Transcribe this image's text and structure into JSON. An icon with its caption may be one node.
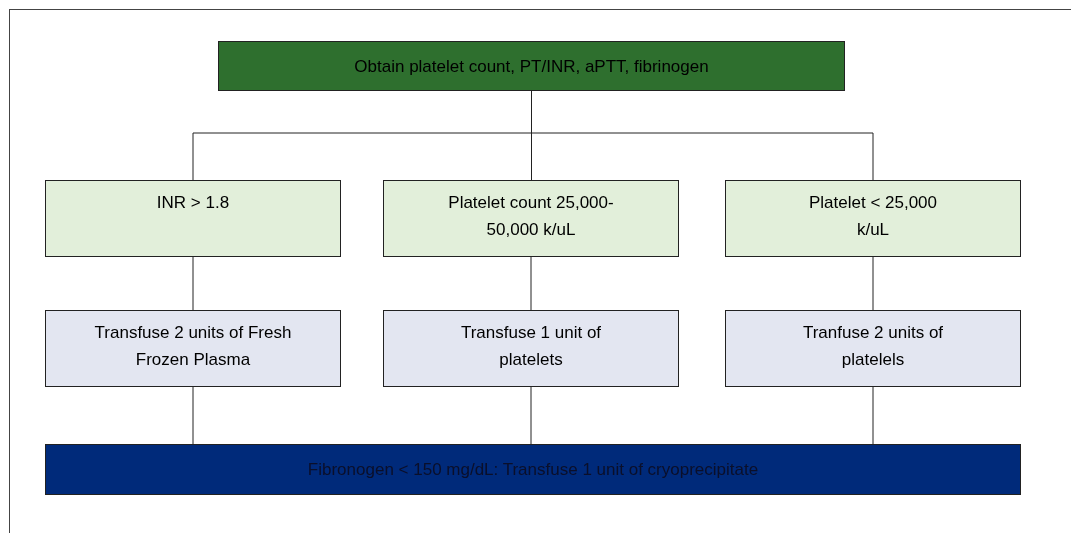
{
  "diagram": {
    "nodes": [
      {
        "text": [
          "Obtain platelet count, PT/INR, aPTT, fibrinogen"
        ]
      },
      {
        "text": [
          "INR > 1.8"
        ]
      },
      {
        "text": [
          "Platelet count 25,000-50,000 k/uL"
        ]
      },
      {
        "text": [
          "Platelet < 25,000 k/uL"
        ]
      },
      {
        "text": [
          "Transfuse 2 units of Fresh Frozen Plasma"
        ]
      },
      {
        "text": [
          "Transfuse 1 unit of platelets"
        ]
      },
      {
        "text": [
          "Tranfuse 2 units of platelels"
        ]
      },
      {
        "text": [
          "Fibronogen < 150 mg/dL: Transfuse 1 unit of cryoprecipitate"
        ]
      }
    ],
    "edges": [
      {
        "from": 0,
        "to": 1,
        "arrow": "none"
      },
      {
        "from": 0,
        "to": 2,
        "arrow": "none"
      },
      {
        "from": 0,
        "to": 3,
        "arrow": "none"
      },
      {
        "from": 1,
        "to": 4,
        "arrow": "none"
      },
      {
        "from": 2,
        "to": 5,
        "arrow": "none"
      },
      {
        "from": 3,
        "to": 6,
        "arrow": "none"
      },
      {
        "from": 4,
        "to": 7,
        "arrow": "none"
      },
      {
        "from": 5,
        "to": 7,
        "arrow": "none"
      },
      {
        "from": 6,
        "to": 7,
        "arrow": "none"
      }
    ]
  }
}
